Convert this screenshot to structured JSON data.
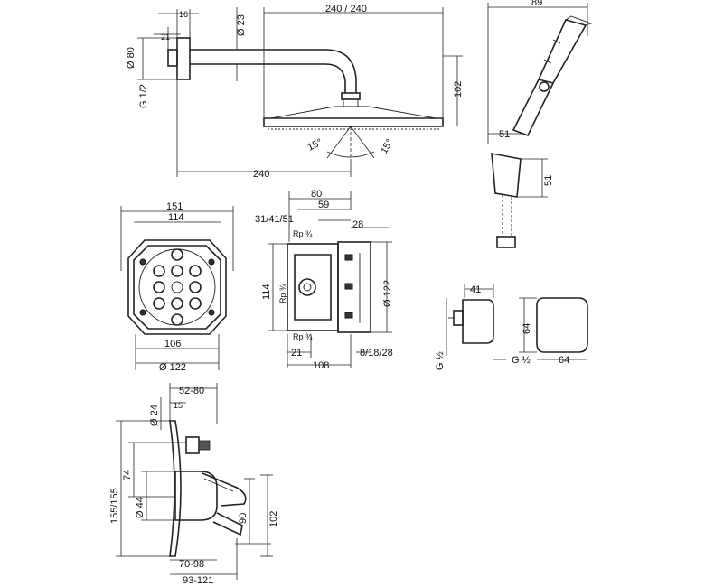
{
  "overhead": {
    "d16": "16",
    "d23": "Ø 23",
    "d240_240": "240 / 240",
    "d21": "21",
    "d80": "Ø 80",
    "g12": "G 1/2",
    "d102": "102",
    "a15l": "15°",
    "a15r": "15°",
    "d240": "240"
  },
  "hand": {
    "d89": "89",
    "d51a": "51",
    "d51b": "51"
  },
  "box": {
    "d151": "151",
    "d114": "114",
    "d106": "106",
    "d122": "Ø 122"
  },
  "side": {
    "d80": "80",
    "d59": "59",
    "d31": "31/41/51",
    "d28": "28",
    "rp1": "Rp ¾",
    "rp2": "Rp ¾",
    "rp3": "Rp ¾",
    "d114": "114",
    "d122": "Ø 122",
    "d21": "21",
    "d108": "108",
    "d8": "8/18/28"
  },
  "elbow": {
    "d41": "41",
    "g12": "G ½",
    "d64": "64",
    "g12b": "G ½",
    "d64b": "64"
  },
  "mixer": {
    "d52": "52-80",
    "d24": "Ø 24",
    "d15": "15",
    "d155": "155/155",
    "d74": "74",
    "d44": "Ø 44",
    "d90": "90",
    "d102": "102",
    "d70": "70-98",
    "d93": "93-121"
  }
}
